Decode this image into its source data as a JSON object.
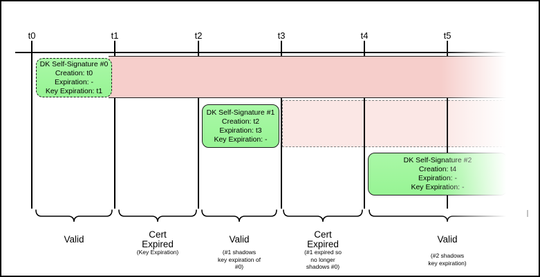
{
  "timeline": {
    "ticks": [
      "t0",
      "t1",
      "t2",
      "t3",
      "t4",
      "t5"
    ]
  },
  "signatures": [
    {
      "title": "DK Self-Signature #0",
      "lines": [
        "Creation: t0",
        "Expiration: -",
        "Key Expiration: t1"
      ]
    },
    {
      "title": "DK Self-Signature #1",
      "lines": [
        "Creation: t2",
        "Expiration: t3",
        "Key Expiration: -"
      ]
    },
    {
      "title": "DK Self-Signature #2",
      "lines": [
        "Creation: t4",
        "Expiration: -",
        "Key Expiration: -"
      ]
    }
  ],
  "periods": [
    {
      "label": "Valid",
      "note_lines": []
    },
    {
      "label": "Cert Expired",
      "note_lines": [
        "(Key Expiration)"
      ]
    },
    {
      "label": "Valid",
      "note_lines": [
        "(#1 shadows",
        "key expiration of",
        "#0)"
      ]
    },
    {
      "label": "Cert Expired",
      "note_lines": [
        "(#1 expired so",
        "no longer",
        "shadows #0)"
      ]
    },
    {
      "label": "Valid",
      "note_lines": [
        "(#2 shadows",
        "key expiration)"
      ]
    }
  ],
  "colors": {
    "expired_band": "#f6cecb",
    "expired_band_light": "#fbe7e5",
    "signature_fill": "#9cf59b",
    "line": "#000000"
  }
}
